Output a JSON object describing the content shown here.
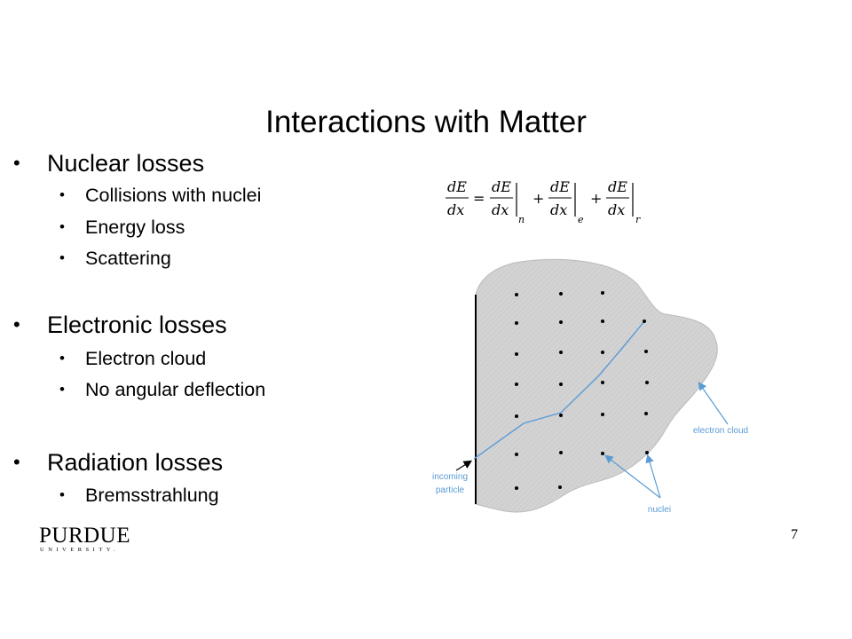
{
  "slide": {
    "title": "Interactions with Matter",
    "page_number": "7"
  },
  "bullets": [
    {
      "label": "Nuclear losses",
      "children": [
        "Collisions with nuclei",
        "Energy loss",
        "Scattering"
      ]
    },
    {
      "label": "Electronic losses",
      "children": [
        "Electron cloud",
        "No angular deflection"
      ]
    },
    {
      "label": "Radiation losses",
      "children": [
        "Bremsstrahlung"
      ]
    }
  ],
  "equation": {
    "terms": [
      {
        "numerator": "dE",
        "denominator": "dx",
        "subscript": ""
      },
      {
        "numerator": "dE",
        "denominator": "dx",
        "subscript": "n"
      },
      {
        "numerator": "dE",
        "denominator": "dx",
        "subscript": "e"
      },
      {
        "numerator": "dE",
        "denominator": "dx",
        "subscript": "r"
      }
    ],
    "equals": "=",
    "plus": "+"
  },
  "diagram": {
    "labels": {
      "incoming_line1": "incoming",
      "incoming_line2": "particle",
      "electron_cloud": "electron cloud",
      "nuclei": "nuclei"
    },
    "colors": {
      "cloud_fill": "#d3d3d3",
      "annotation": "#5b9bd5",
      "nucleus": "#000000"
    }
  },
  "logo": {
    "name": "PURDUE",
    "subtitle": "UNIVERSITY."
  }
}
